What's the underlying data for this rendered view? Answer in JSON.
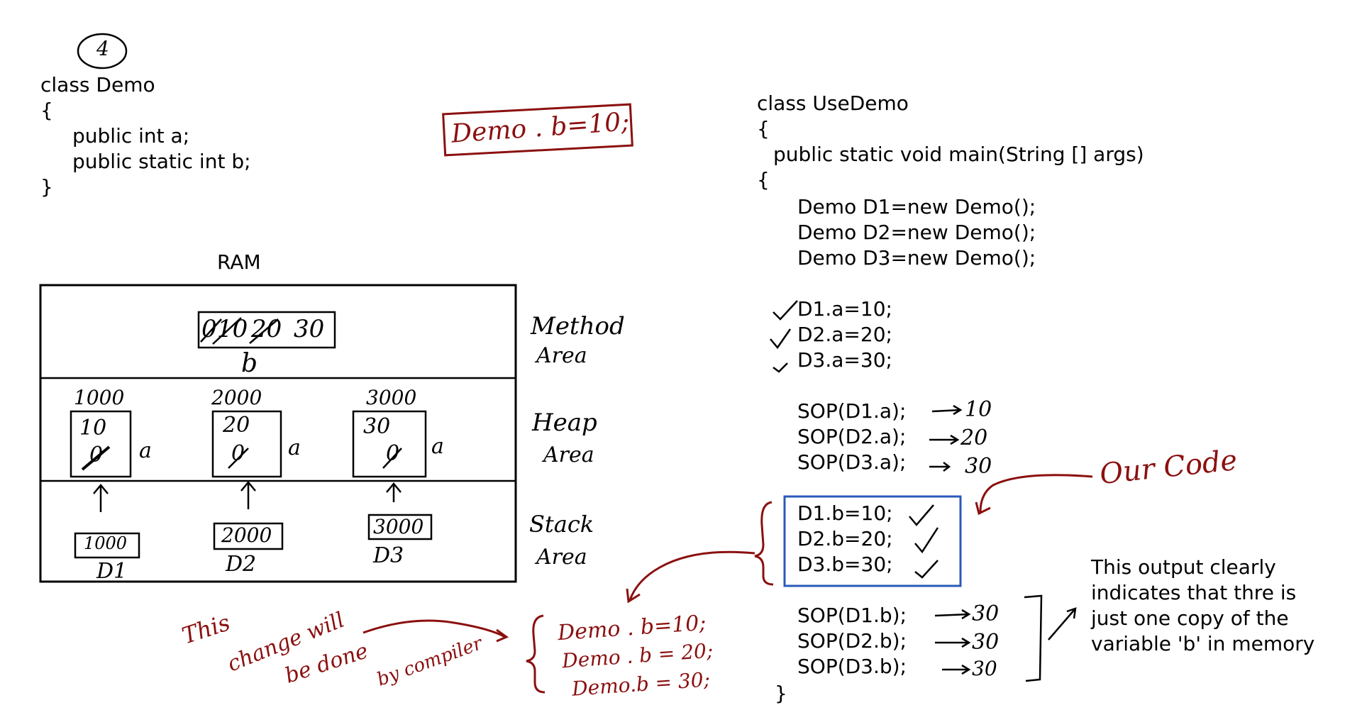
{
  "step_number": "4",
  "class_demo": {
    "lines": [
      "class Demo",
      "{",
      "public int a;",
      "public static int b;",
      "}"
    ]
  },
  "static_note": "Demo . b=10;",
  "ram": {
    "title": "RAM",
    "method_area": {
      "label_line1": "Method",
      "label_line2": "Area",
      "b_values": [
        "0",
        "10",
        "20",
        "30"
      ],
      "b_label": "b"
    },
    "heap_area": {
      "label_line1": "Heap",
      "label_line2": "Area",
      "objects": [
        {
          "address": "1000",
          "a_value": "10",
          "b_slot": "0",
          "field": "a"
        },
        {
          "address": "2000",
          "a_value": "20",
          "b_slot": "0",
          "field": "a"
        },
        {
          "address": "3000",
          "a_value": "30",
          "b_slot": "0",
          "field": "a"
        }
      ]
    },
    "stack_area": {
      "label_line1": "Stack",
      "label_line2": "Area",
      "refs": [
        {
          "value": "1000",
          "name": "D1"
        },
        {
          "value": "2000",
          "name": "D2"
        },
        {
          "value": "3000",
          "name": "D3"
        }
      ]
    }
  },
  "compiler_note": {
    "text_line1": "This",
    "text_line2": "change will",
    "text_line3": "be done",
    "text_line4": "by compiler",
    "code": [
      "Demo . b=10;",
      "Demo . b = 20;",
      "Demo.b = 30;"
    ]
  },
  "class_usedemo": {
    "header": [
      "class UseDemo",
      "{",
      "public static void main(String [] args)",
      "{"
    ],
    "creations": [
      "Demo D1=new Demo();",
      "Demo D2=new Demo();",
      "Demo D3=new Demo();"
    ],
    "a_assign": [
      "D1.a=10;",
      "D2.a=20;",
      "D3.a=30;"
    ],
    "a_prints": [
      {
        "code": "SOP(D1.a);",
        "output": "10"
      },
      {
        "code": "SOP(D2.a);",
        "output": "20"
      },
      {
        "code": "SOP(D3.a);",
        "output": "30"
      }
    ],
    "b_assign": [
      "D1.b=10;",
      "D2.b=20;",
      "D3.b=30;"
    ],
    "b_prints": [
      {
        "code": "SOP(D1.b);",
        "output": "30"
      },
      {
        "code": "SOP(D2.b);",
        "output": "30"
      },
      {
        "code": "SOP(D3.b);",
        "output": "30"
      }
    ],
    "closing": "}"
  },
  "our_code_label": "Our Code",
  "explanation": [
    "This output clearly",
    "indicates that thre is",
    "just one copy of the",
    "variable 'b' in memory"
  ],
  "colors": {
    "annotation": "#8b1010",
    "highlight_box": "#2a5ab8",
    "ink": "#000000"
  }
}
